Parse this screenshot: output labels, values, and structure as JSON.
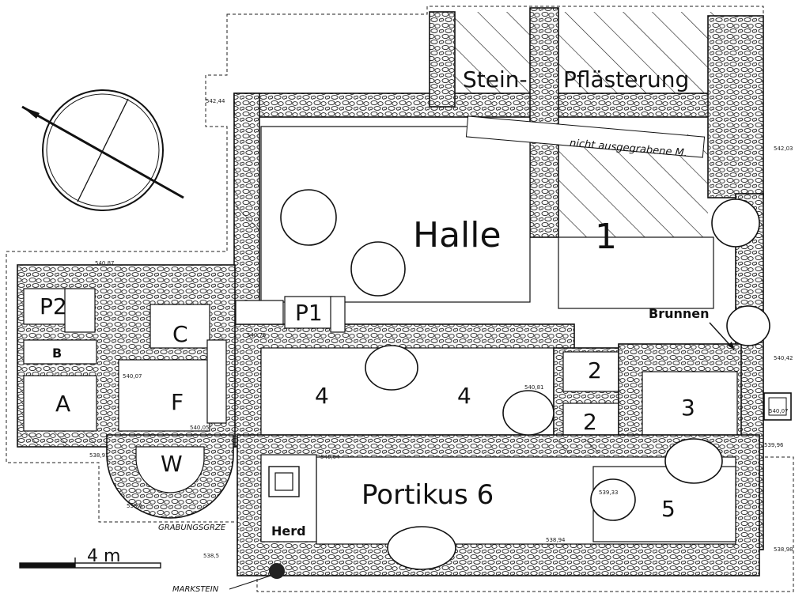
{
  "title_labels": {
    "stein": "Stein-",
    "pflasterung": "Pflästerung",
    "nicht_ausgegraben": "nicht ausgegrabene M.",
    "halle": "Halle",
    "halle_num": "1",
    "brunnen": "Brunnen",
    "portikus": "Portikus 6",
    "herd": "Herd",
    "grabungsgrenze": "GRABUNGSGRZE",
    "markstein": "MARKSTEIN"
  },
  "rooms": {
    "p2": "P2",
    "p1": "P1",
    "b": "B",
    "a": "A",
    "c": "C",
    "f": "F",
    "w": "W",
    "r4a": "4",
    "r4b": "4",
    "r2a": "2",
    "r2b": "2",
    "r3": "3",
    "r5": "5"
  },
  "elevations": {
    "e1": "542,44",
    "e2": "542,03",
    "e3": "540,87",
    "e4": "540,75",
    "e5": "540,07",
    "e6": "540,05",
    "e7": "540,04",
    "e8": "540,81",
    "e9": "540,42",
    "e10": "540,07",
    "e11": "539,96",
    "e12": "538,91",
    "e13": "538,6",
    "e14": "539,33",
    "e15": "538,94",
    "e16": "538,5",
    "e17": "538,98"
  },
  "scale": {
    "label": "4 m"
  }
}
